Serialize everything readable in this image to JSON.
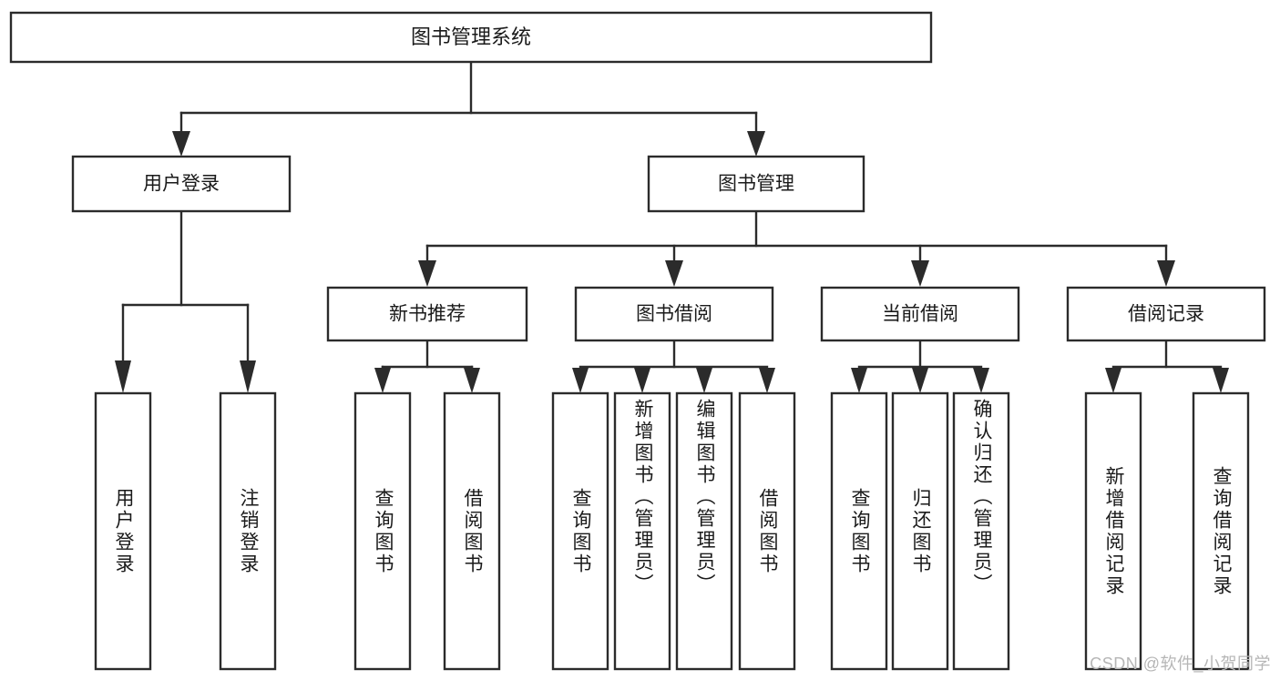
{
  "diagram": {
    "type": "hierarchy-tree",
    "title": "图书管理系统",
    "watermark": "CSDN @软件_小贺同学",
    "root": {
      "id": "root",
      "label": "图书管理系统"
    },
    "level1": [
      {
        "id": "user-login",
        "label": "用户登录"
      },
      {
        "id": "book-management",
        "label": "图书管理"
      }
    ],
    "level2": [
      {
        "id": "new-book-recommend",
        "label": "新书推荐",
        "parent": "book-management"
      },
      {
        "id": "book-borrow",
        "label": "图书借阅",
        "parent": "book-management"
      },
      {
        "id": "current-borrow",
        "label": "当前借阅",
        "parent": "book-management"
      },
      {
        "id": "borrow-record",
        "label": "借阅记录",
        "parent": "book-management"
      }
    ],
    "leaves": [
      {
        "id": "leaf-user-login",
        "label": "用户登录",
        "parent": "user-login"
      },
      {
        "id": "leaf-user-logout",
        "label": "注销登录",
        "parent": "user-login"
      },
      {
        "id": "leaf-query-book-1",
        "label": "查询图书",
        "parent": "new-book-recommend"
      },
      {
        "id": "leaf-borrow-book-1",
        "label": "借阅图书",
        "parent": "new-book-recommend"
      },
      {
        "id": "leaf-query-book-2",
        "label": "查询图书",
        "parent": "book-borrow"
      },
      {
        "id": "leaf-add-book",
        "label": "新增图书（管理员）",
        "parent": "book-borrow"
      },
      {
        "id": "leaf-edit-book",
        "label": "编辑图书（管理员）",
        "parent": "book-borrow"
      },
      {
        "id": "leaf-borrow-book-2",
        "label": "借阅图书",
        "parent": "book-borrow"
      },
      {
        "id": "leaf-query-book-3",
        "label": "查询图书",
        "parent": "current-borrow"
      },
      {
        "id": "leaf-return-book",
        "label": "归还图书",
        "parent": "current-borrow"
      },
      {
        "id": "leaf-confirm-return",
        "label": "确认归还（管理员）",
        "parent": "current-borrow"
      },
      {
        "id": "leaf-add-record",
        "label": "新增借阅记录",
        "parent": "borrow-record"
      },
      {
        "id": "leaf-query-record",
        "label": "查询借阅记录",
        "parent": "borrow-record"
      }
    ],
    "colors": {
      "stroke": "#2b2b2b",
      "fill": "#ffffff",
      "text": "#1a1a1a",
      "watermark": "#b6b6b6"
    }
  }
}
